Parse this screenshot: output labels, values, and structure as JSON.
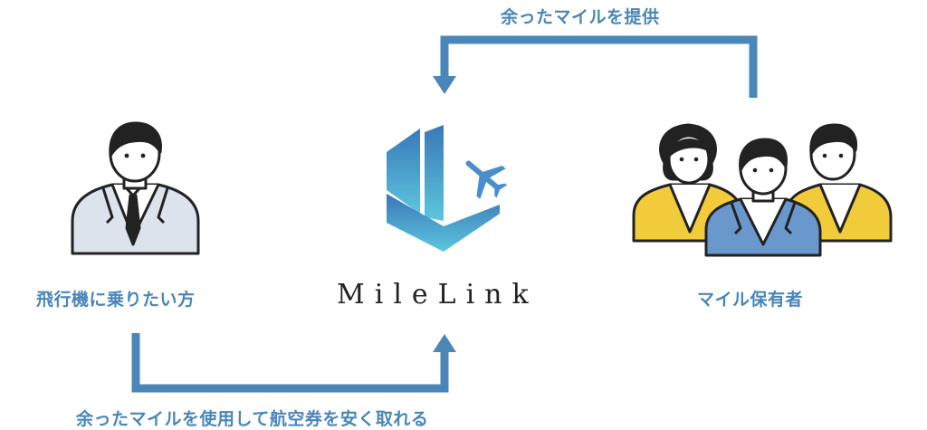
{
  "flows": {
    "top_label": "余ったマイルを提供",
    "bottom_label": "余ったマイルを使用して航空券を安く取れる"
  },
  "actors": {
    "left_label": "飛行機に乗りたい方",
    "right_label": "マイル保有者"
  },
  "brand": {
    "name": "MileLink",
    "logo_icon": "milelink-logo-icon",
    "plane_icon": "airplane-icon"
  },
  "colors": {
    "arrow": "#4a86b8",
    "label": "#4a86b8",
    "suit_light": "#dde3ec",
    "suit_yellow": "#f2cb3a",
    "suit_blue": "#6a98cc",
    "outline": "#222222",
    "logo_top": "#3a78b8",
    "logo_bottom": "#5cc6dd"
  }
}
